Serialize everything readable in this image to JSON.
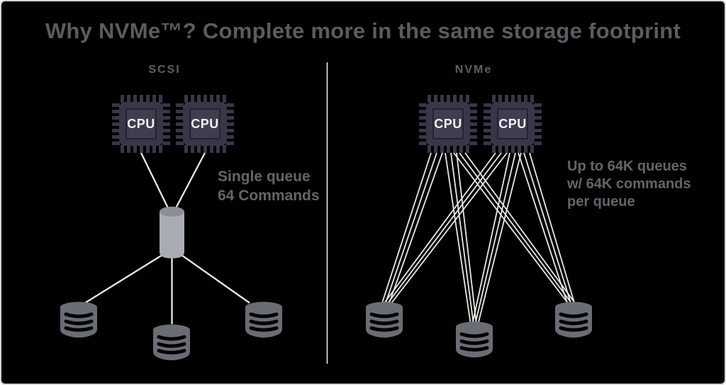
{
  "title": "Why NVMe™? Complete more in the same storage footprint",
  "left_panel": {
    "label": "SCSI",
    "cpu_label": "CPU",
    "annotation": {
      "line1": "Single queue",
      "line2": "64 Commands"
    }
  },
  "right_panel": {
    "label": "NVMe",
    "cpu_label": "CPU",
    "annotation": {
      "line1": "Up to 64K queues",
      "line2": "w/ 64K commands",
      "line3": "per queue"
    }
  },
  "icons": {
    "cpu_chip": "cpu-chip-icon",
    "queue_cylinder": "single-queue-cylinder-icon",
    "storage_disk": "storage-disk-icon"
  },
  "colors": {
    "background": "#000000",
    "frame_border": "#d4d4d4",
    "title_text": "#5a5c62",
    "annotation_text": "#63656b",
    "chip_fill": "#3b3548",
    "chip_inner_fill": "#423c50",
    "cpu_text": "#f5f3f6",
    "connection_line": "#ebe8e2",
    "cylinder_body": "#a9acb3",
    "cylinder_top": "#8b8e95",
    "disk_fill": "#6a6d74",
    "disk_stripe": "#000000"
  }
}
